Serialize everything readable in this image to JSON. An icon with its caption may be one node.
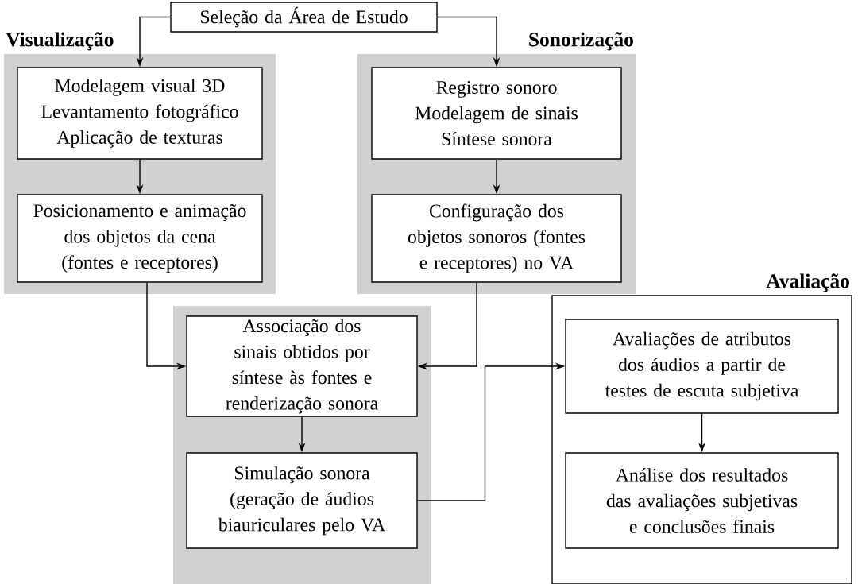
{
  "diagram": {
    "nodes": [
      {
        "text": [
          "Seleção da Área de Estudo"
        ]
      },
      {
        "text": [
          "Visualização"
        ]
      },
      {
        "text": [
          "Modelagem visual 3D",
          "Levantamento fotográfico",
          "Aplicação de texturas"
        ],
        "in": 1
      },
      {
        "text": [
          "Posicionamento e animação dos objetos da cena (fontes e receptores)"
        ],
        "in": 1
      },
      {
        "text": [
          "Sonorização"
        ]
      },
      {
        "text": [
          "Registro sonoro",
          "Modelagem de sinais",
          "Síntese sonora"
        ],
        "in": 4
      },
      {
        "text": [
          "Configuração dos objetos sonoros (fontes e receptores) no VA"
        ],
        "in": 4
      },
      {
        "text": [],
        "shape": "box"
      },
      {
        "text": [
          "Associação dos sinais obtidos por síntese às fontes e renderização sonora"
        ],
        "in": 7
      },
      {
        "text": [
          "Simulação sonora (geração de áudios biauriculares pelo VA"
        ],
        "in": 7
      },
      {
        "text": [
          "Avaliação"
        ]
      },
      {
        "text": [
          "Avaliações de atributos dos áudios a partir de testes de escuta subjetiva"
        ],
        "in": 10
      },
      {
        "text": [
          "Análise dos resultados das avaliações subjetivas e conclusões finais"
        ],
        "in": 10
      }
    ],
    "edges": [
      {
        "from": 0,
        "to": 2,
        "arrow": "to"
      },
      {
        "from": 0,
        "to": 5,
        "arrow": "to"
      },
      {
        "from": 2,
        "to": 3,
        "arrow": "to"
      },
      {
        "from": 5,
        "to": 6,
        "arrow": "to"
      },
      {
        "from": 3,
        "to": 8,
        "arrow": "to"
      },
      {
        "from": 6,
        "to": 8,
        "arrow": "to"
      },
      {
        "from": 8,
        "to": 9,
        "arrow": "to"
      },
      {
        "from": 9,
        "to": 11,
        "arrow": "to"
      },
      {
        "from": 11,
        "to": 12,
        "arrow": "to"
      }
    ]
  }
}
